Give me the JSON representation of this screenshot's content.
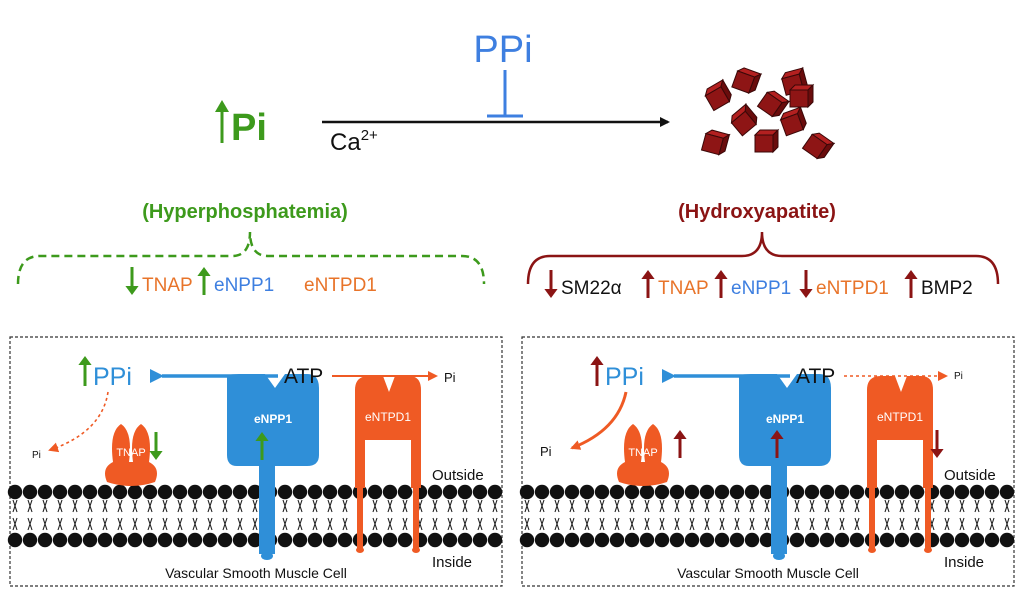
{
  "colors": {
    "green": "#3d9a1c",
    "blue": "#2f8fd8",
    "label_blue": "#3e7fe0",
    "orange": "#ef5a24",
    "text_orange": "#e8742a",
    "dark_red": "#8b1414",
    "black": "#111111"
  },
  "top": {
    "ppi": "PPi",
    "pi": "Pi",
    "ca": "Ca",
    "ca_charge": "2+",
    "left_caption": "(Hyperphosphatemia)",
    "right_caption": "(Hydroxyapatite)"
  },
  "left_markers": [
    {
      "label": "TNAP",
      "dir": "down",
      "color": "green",
      "text_color": "text_orange"
    },
    {
      "label": "eNPP1",
      "dir": "up",
      "color": "green",
      "text_color": "label_blue"
    },
    {
      "label": "eNTPD1",
      "dir": "none",
      "color": "green",
      "text_color": "text_orange"
    }
  ],
  "right_markers": [
    {
      "label": "SM22α",
      "dir": "down",
      "color": "dark_red",
      "text_color": "black"
    },
    {
      "label": "TNAP",
      "dir": "up",
      "color": "dark_red",
      "text_color": "text_orange"
    },
    {
      "label": "eNPP1",
      "dir": "up",
      "color": "dark_red",
      "text_color": "label_blue"
    },
    {
      "label": "eNTPD1",
      "dir": "down",
      "color": "dark_red",
      "text_color": "text_orange"
    },
    {
      "label": "BMP2",
      "dir": "up",
      "color": "dark_red",
      "text_color": "black"
    }
  ],
  "panels": {
    "ppi": "PPi",
    "atp": "ATP",
    "pi": "Pi",
    "enpp1": "eNPP1",
    "entpd1": "eNTPD1",
    "tnap": "TNAP",
    "outside": "Outside",
    "inside": "Inside",
    "cell": "Vascular Smooth Muscle Cell"
  },
  "icons": {
    "arrow": "arrow-icon",
    "crystal": "hydroxyapatite-crystal-icon"
  }
}
